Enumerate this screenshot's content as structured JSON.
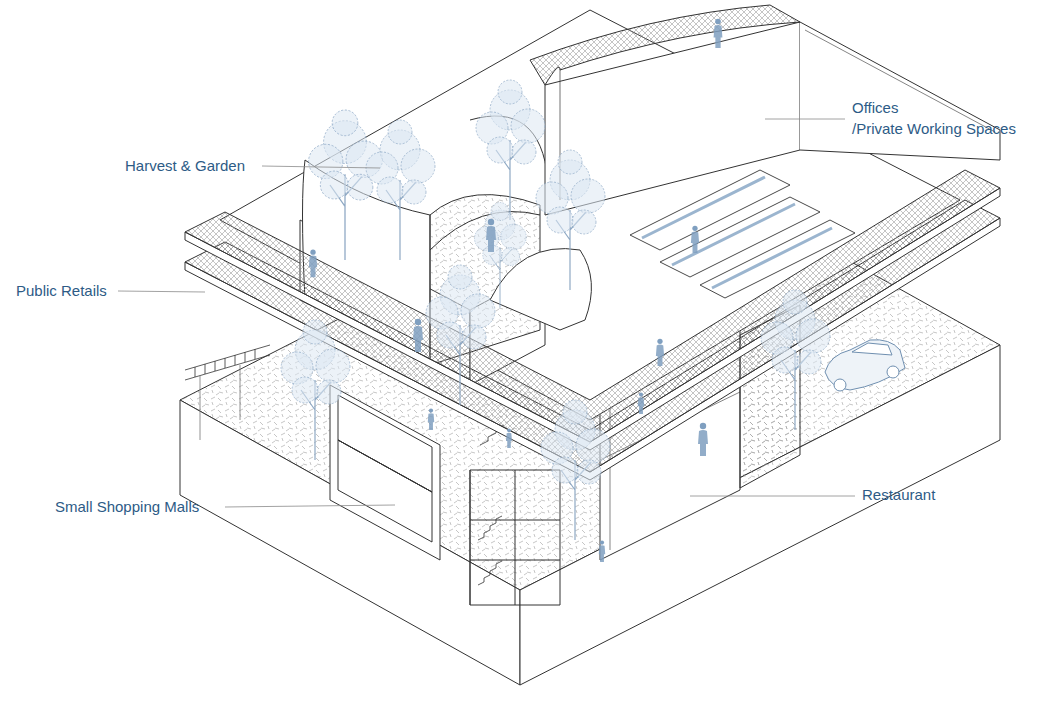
{
  "diagram": {
    "labels": [
      "Offices /Private Working Spaces",
      "Harvest & Garden",
      "Public Retails",
      "Restaurant",
      "Small Shopping Malls"
    ]
  }
}
